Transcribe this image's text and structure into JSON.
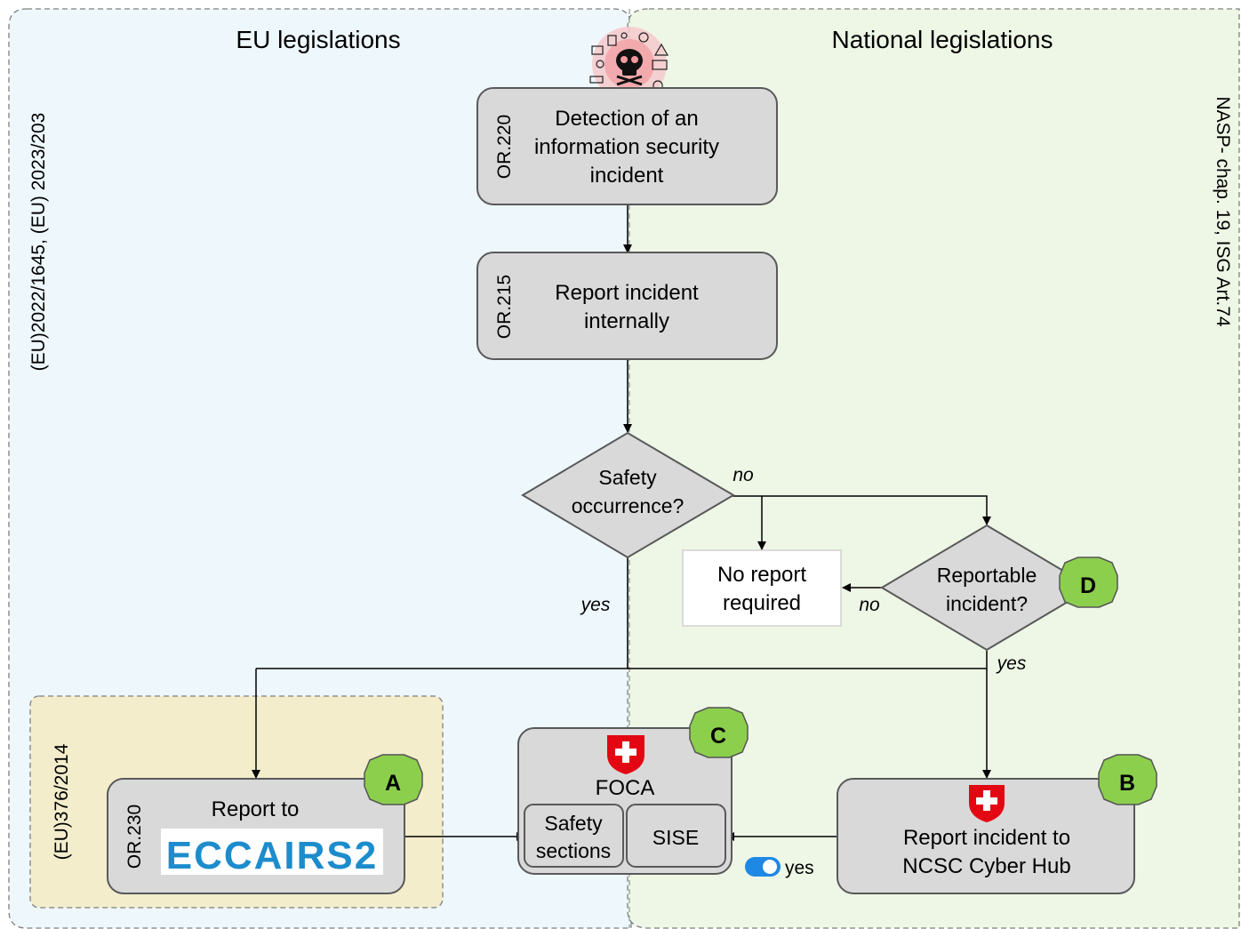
{
  "regions": {
    "eu": {
      "title": "EU legislations",
      "side_label": "(EU)2022/1645, (EU) 2023/203",
      "fill": "#eef7fc"
    },
    "national": {
      "title": "National legislations",
      "side_label": "NASP- chap. 19, ISG Art.74",
      "fill": "#eef7e6"
    },
    "eccairs_zone": {
      "side_label": "(EU)376/2014",
      "fill": "#f3edcc"
    }
  },
  "nodes": {
    "detection": {
      "ref": "OR.220",
      "lines": [
        "Detection of an",
        "information security",
        "incident"
      ]
    },
    "report_internal": {
      "ref": "OR.215",
      "lines": [
        "Report incident",
        "internally"
      ]
    },
    "safety_decision": {
      "lines": [
        "Safety",
        "occurrence?"
      ]
    },
    "reportable_decision": {
      "lines": [
        "Reportable",
        "incident?"
      ]
    },
    "no_report": {
      "lines": [
        "No report",
        "required"
      ]
    },
    "eccairs": {
      "ref": "OR.230",
      "title": "Report to",
      "logo_text": "ECCAIRS2",
      "logo_color": "#1c8ccc"
    },
    "foca": {
      "title": "FOCA",
      "sub_left": [
        "Safety",
        "sections"
      ],
      "sub_right": "SISE"
    },
    "ncsc": {
      "lines": [
        "Report incident to",
        "NCSC Cyber Hub"
      ]
    }
  },
  "edge_labels": {
    "no_1": "no",
    "no_2": "no",
    "yes_1": "yes",
    "yes_2": "yes",
    "toggle_yes": "yes"
  },
  "badges": {
    "a": "A",
    "b": "B",
    "c": "C",
    "d": "D",
    "color": "#8ccf4d"
  },
  "colors": {
    "box": "#d9d9d9",
    "box_stroke": "#595959",
    "swiss_red": "#e30613",
    "toggle": "#1e88e5"
  }
}
